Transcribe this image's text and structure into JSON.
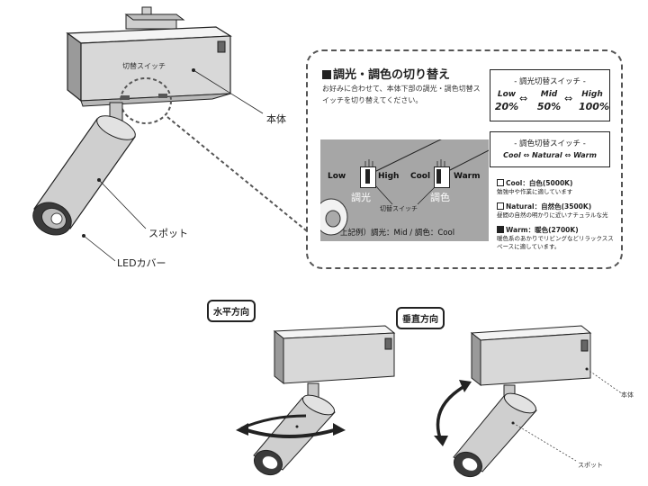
{
  "main": {
    "switch_label": "切替スイッチ",
    "body_label": "本体",
    "spot_label": "スポット",
    "led_cover_label": "LEDカバー"
  },
  "callout": {
    "title": "調光・調色の切り替え",
    "desc": "お好みに合わせて、本体下部の調光・調色切替スイッチを切り替えてください。",
    "dimmer": {
      "title": "- 調光切替スイッチ -",
      "levels": [
        {
          "name": "Low",
          "value": "20%"
        },
        {
          "name": "Mid",
          "value": "50%"
        },
        {
          "name": "High",
          "value": "100%"
        }
      ],
      "arrow": "⇔"
    },
    "color": {
      "title": "- 調色切替スイッチ -",
      "text": "Cool ⇔ Natural ⇔ Warm"
    },
    "panel": {
      "low": "Low",
      "high": "High",
      "cool": "Cool",
      "warm": "Warm",
      "dimmer_label": "調光",
      "color_label": "調色",
      "switch_label": "切替スイッチ",
      "example": "上記例）調光：Mid / 調色：Cool"
    },
    "legend": [
      {
        "head": "Cool：白色(5000K)",
        "body": "勉強中や作業に適しています"
      },
      {
        "head": "Natural：自然色(3500K)",
        "body": "昼間の自然の明かりに近いナチュラルな光"
      },
      {
        "head": "Warm：暖色(2700K)",
        "body": "暖色系のあかりでリビングなどリラックススペースに適しています。"
      }
    ]
  },
  "bottom": {
    "horizontal": "水平方向",
    "vertical": "垂直方向",
    "body_label": "本体",
    "spot_label": "スポット"
  },
  "colors": {
    "body_fill": "#e8e8e8",
    "panel_gray": "#a6a6a6",
    "outline": "#222222"
  }
}
